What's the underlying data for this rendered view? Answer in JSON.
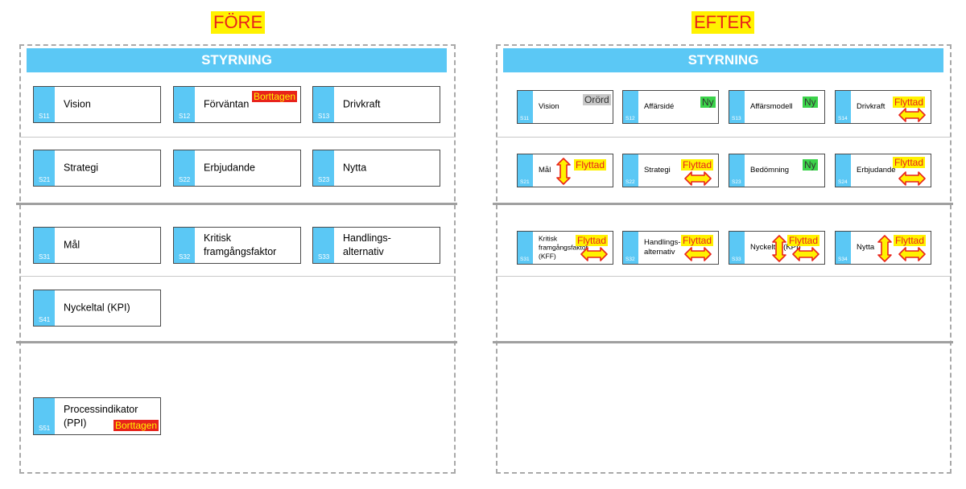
{
  "titles": {
    "before": "FÖRE",
    "after": "EFTER"
  },
  "before": {
    "header": "STYRNING",
    "cards": [
      {
        "code": "S11",
        "label": "Vision"
      },
      {
        "code": "S12",
        "label": "Förväntan",
        "badge": "Borttagen"
      },
      {
        "code": "S13",
        "label": "Drivkraft"
      },
      {
        "code": "S21",
        "label": "Strategi"
      },
      {
        "code": "S22",
        "label": "Erbjudande"
      },
      {
        "code": "S23",
        "label": "Nytta"
      },
      {
        "code": "S31",
        "label": "Mål"
      },
      {
        "code": "S32",
        "label": "Kritisk\nframgångsfaktor"
      },
      {
        "code": "S33",
        "label": "Handlings-\nalternativ"
      },
      {
        "code": "S41",
        "label": "Nyckeltal (KPI)"
      },
      {
        "code": "S51",
        "label": "Processindikator\n(PPI)",
        "badge": "Borttagen"
      }
    ]
  },
  "after": {
    "header": "STYRNING",
    "cards": [
      {
        "code": "S11",
        "label": "Vision",
        "badge": "Orörd"
      },
      {
        "code": "S12",
        "label": "Affärsidé",
        "badge": "Ny"
      },
      {
        "code": "S13",
        "label": "Affärsmodell",
        "badge": "Ny"
      },
      {
        "code": "S14",
        "label": "Drivkraft",
        "badge": "Flyttad"
      },
      {
        "code": "S21",
        "label": "Mål",
        "badge": "Flyttad"
      },
      {
        "code": "S22",
        "label": "Strategi",
        "badge": "Flyttad"
      },
      {
        "code": "S23",
        "label": "Bedömning",
        "badge": "Ny"
      },
      {
        "code": "S24",
        "label": "Erbjudande",
        "badge": "Flyttad"
      },
      {
        "code": "S31",
        "label": "Kritisk\nframgångsfaktor\n(KFF)",
        "badge": "Flyttad"
      },
      {
        "code": "S32",
        "label": "Handlings-\nalternativ",
        "badge": "Flyttad"
      },
      {
        "code": "S33",
        "label": "Nyckeltal (KPI)",
        "badge": "Flyttad"
      },
      {
        "code": "S34",
        "label": "Nytta",
        "badge": "Flyttad"
      }
    ]
  },
  "colors": {
    "accent": "#5bc8f5",
    "title_bg": "#fff200",
    "title_text": "#e8231b",
    "badge_red": "#e8231b",
    "badge_green": "#3bd34a",
    "badge_gray": "#c8c8c8"
  },
  "icons": {
    "move_horizontal": "double-arrow-horizontal-icon",
    "move_vertical": "double-arrow-vertical-icon"
  }
}
